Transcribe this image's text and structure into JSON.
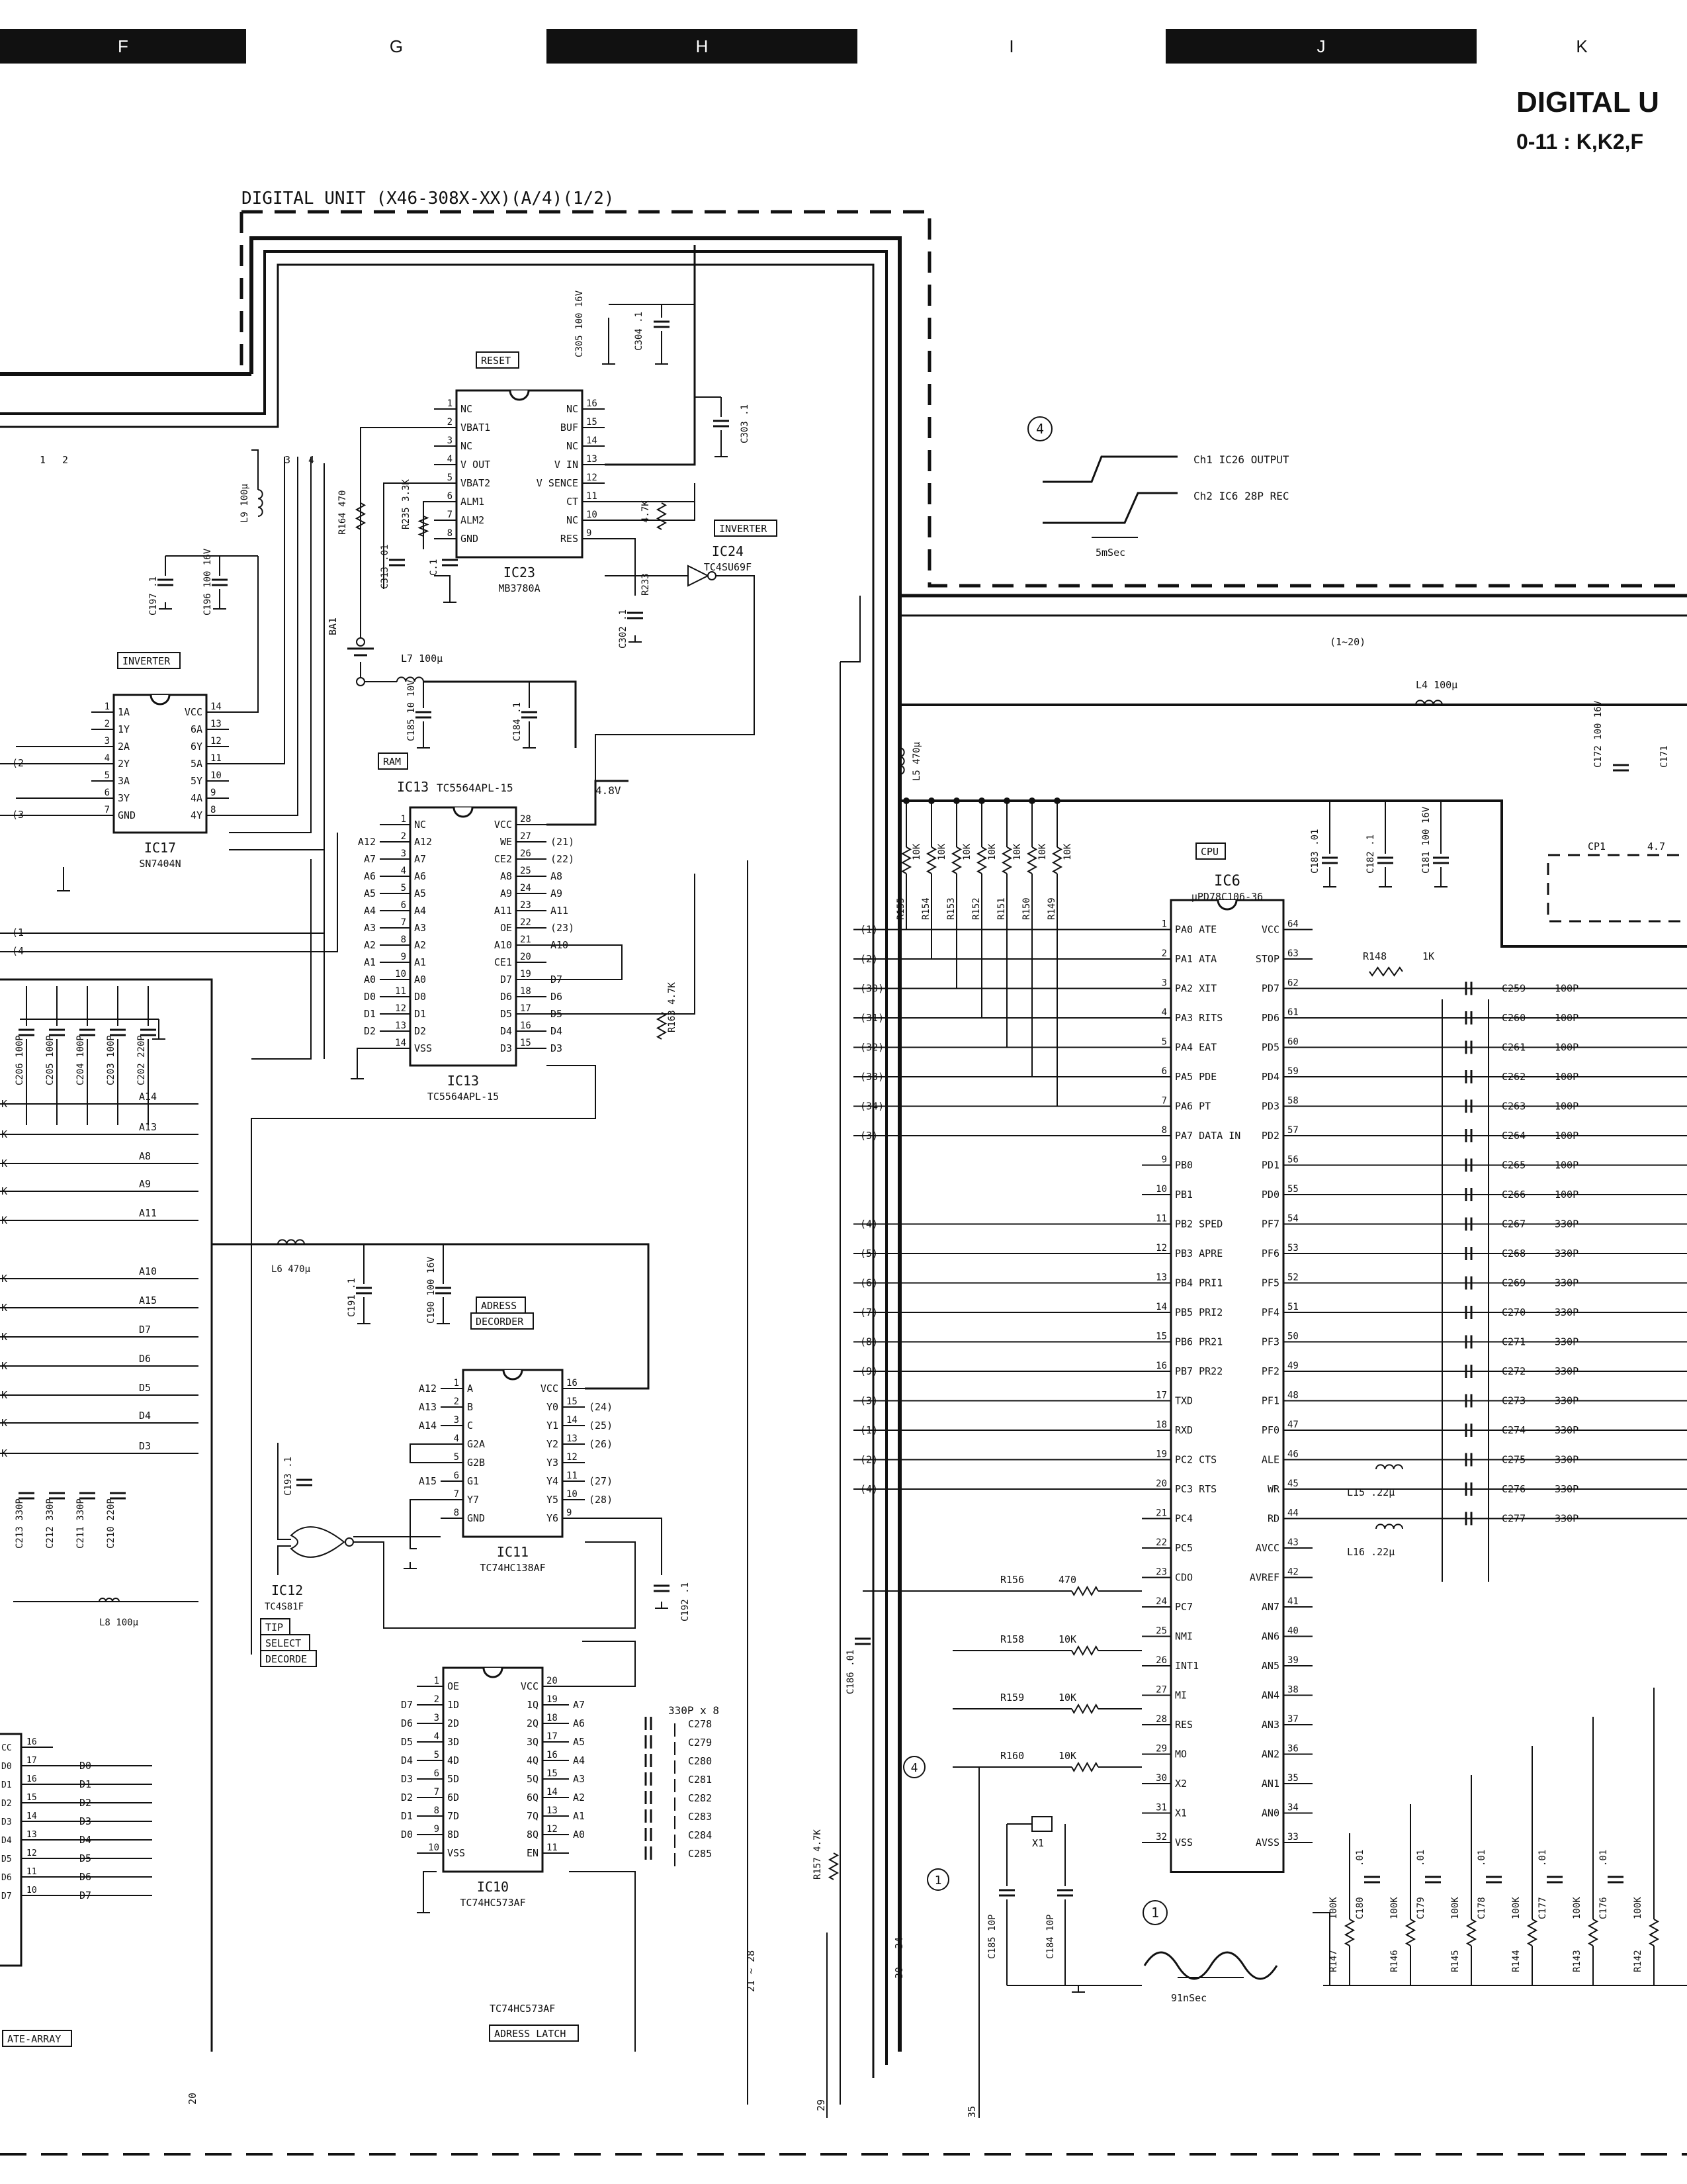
{
  "zones": [
    {
      "label": "F",
      "dark": true
    },
    {
      "label": "G",
      "dark": false
    },
    {
      "label": "H",
      "dark": true
    },
    {
      "label": "I",
      "dark": false
    },
    {
      "label": "J",
      "dark": true
    },
    {
      "label": "K",
      "dark": false
    }
  ],
  "sheet": {
    "title": "DIGITAL U",
    "subtitle": "0-11 : K,K2,F"
  },
  "unit_label": "DIGITAL  UNIT (X46-308X-XX)(A/4)(1/2)",
  "ic17": {
    "ref": "IC17",
    "part": "SN7404N",
    "tag": "INVERTER",
    "left": [
      {
        "p": "1",
        "n": "1A"
      },
      {
        "p": "2",
        "n": "1Y"
      },
      {
        "p": "3",
        "n": "2A"
      },
      {
        "p": "4",
        "n": "2Y"
      },
      {
        "p": "5",
        "n": "3A"
      },
      {
        "p": "6",
        "n": "3Y"
      },
      {
        "p": "7",
        "n": "GND"
      }
    ],
    "right": [
      {
        "p": "14",
        "n": "VCC"
      },
      {
        "p": "13",
        "n": "6A"
      },
      {
        "p": "12",
        "n": "6Y"
      },
      {
        "p": "11",
        "n": "5A"
      },
      {
        "p": "10",
        "n": "5Y"
      },
      {
        "p": "9",
        "n": "4A"
      },
      {
        "p": "8",
        "n": "4Y"
      }
    ]
  },
  "ic23": {
    "ref": "IC23",
    "part": "MB3780A",
    "tag": "RESET",
    "left": [
      {
        "p": "1",
        "n": "NC"
      },
      {
        "p": "2",
        "n": "VBAT1"
      },
      {
        "p": "3",
        "n": "NC"
      },
      {
        "p": "4",
        "n": "V OUT"
      },
      {
        "p": "5",
        "n": "VBAT2"
      },
      {
        "p": "6",
        "n": "ALM1"
      },
      {
        "p": "7",
        "n": "ALM2"
      },
      {
        "p": "8",
        "n": "GND"
      }
    ],
    "right": [
      {
        "p": "16",
        "n": "NC"
      },
      {
        "p": "15",
        "n": "BUF"
      },
      {
        "p": "14",
        "n": "NC"
      },
      {
        "p": "13",
        "n": "V IN"
      },
      {
        "p": "12",
        "n": "V SENCE"
      },
      {
        "p": "11",
        "n": "CT"
      },
      {
        "p": "10",
        "n": "NC"
      },
      {
        "p": "9",
        "n": "RES"
      }
    ]
  },
  "ic24": {
    "ref": "IC24",
    "part": "TC4SU69F",
    "tag": "INVERTER"
  },
  "ic13": {
    "ref": "IC13",
    "part": "TC5564APL-15",
    "tag": "RAM",
    "left": [
      {
        "p": "1",
        "n": "NC"
      },
      {
        "p": "2",
        "n": "A12"
      },
      {
        "p": "3",
        "n": "A7"
      },
      {
        "p": "4",
        "n": "A6"
      },
      {
        "p": "5",
        "n": "A5"
      },
      {
        "p": "6",
        "n": "A4"
      },
      {
        "p": "7",
        "n": "A3"
      },
      {
        "p": "8",
        "n": "A2"
      },
      {
        "p": "9",
        "n": "A1"
      },
      {
        "p": "10",
        "n": "A0"
      },
      {
        "p": "11",
        "n": "D0"
      },
      {
        "p": "12",
        "n": "D1"
      },
      {
        "p": "13",
        "n": "D2"
      },
      {
        "p": "14",
        "n": "VSS"
      }
    ],
    "right": [
      {
        "p": "28",
        "n": "VCC"
      },
      {
        "p": "27",
        "n": "WE"
      },
      {
        "p": "26",
        "n": "CE2"
      },
      {
        "p": "25",
        "n": "A8"
      },
      {
        "p": "24",
        "n": "A9"
      },
      {
        "p": "23",
        "n": "A11"
      },
      {
        "p": "22",
        "n": "OE"
      },
      {
        "p": "21",
        "n": "A10"
      },
      {
        "p": "20",
        "n": "CE1"
      },
      {
        "p": "19",
        "n": "D7"
      },
      {
        "p": "18",
        "n": "D6"
      },
      {
        "p": "17",
        "n": "D5"
      },
      {
        "p": "16",
        "n": "D4"
      },
      {
        "p": "15",
        "n": "D3"
      }
    ],
    "left_nets": [
      "",
      "A12",
      "A7",
      "A6",
      "A5",
      "A4",
      "A3",
      "A2",
      "A1",
      "A0",
      "D0",
      "D1",
      "D2",
      ""
    ],
    "right_nets": [
      "",
      "(21)",
      "(22)",
      "A8",
      "A9",
      "A11",
      "(23)",
      "A10",
      "",
      "D7",
      "D6",
      "D5",
      "D4",
      "D3"
    ]
  },
  "ic11": {
    "ref": "IC11",
    "part": "TC74HC138AF",
    "tag": "ADRESS DECORDER",
    "left": [
      {
        "p": "1",
        "n": "A"
      },
      {
        "p": "2",
        "n": "B"
      },
      {
        "p": "3",
        "n": "C"
      },
      {
        "p": "4",
        "n": "G2A"
      },
      {
        "p": "5",
        "n": "G2B"
      },
      {
        "p": "6",
        "n": "G1"
      },
      {
        "p": "7",
        "n": "Y7"
      },
      {
        "p": "8",
        "n": "GND"
      }
    ],
    "right": [
      {
        "p": "16",
        "n": "VCC"
      },
      {
        "p": "15",
        "n": "Y0"
      },
      {
        "p": "14",
        "n": "Y1"
      },
      {
        "p": "13",
        "n": "Y2"
      },
      {
        "p": "12",
        "n": "Y3"
      },
      {
        "p": "11",
        "n": "Y4"
      },
      {
        "p": "10",
        "n": "Y5"
      },
      {
        "p": "9",
        "n": "Y6"
      }
    ],
    "left_nets": [
      "A12",
      "A13",
      "A14",
      "",
      "",
      "A15",
      "",
      ""
    ],
    "right_nets": [
      "",
      "(24)",
      "(25)",
      "(26)",
      "",
      "(27)",
      "(28)",
      ""
    ]
  },
  "ic12": {
    "ref": "IC12",
    "part": "TC4S81F",
    "tag": "TIP SELECT DECORDE"
  },
  "ic10": {
    "ref": "IC10",
    "part": "TC74HC573AF",
    "tag": "ADRESS LATCH",
    "left": [
      {
        "p": "1",
        "n": "OE"
      },
      {
        "p": "2",
        "n": "1D"
      },
      {
        "p": "3",
        "n": "2D"
      },
      {
        "p": "4",
        "n": "3D"
      },
      {
        "p": "5",
        "n": "4D"
      },
      {
        "p": "6",
        "n": "5D"
      },
      {
        "p": "7",
        "n": "6D"
      },
      {
        "p": "8",
        "n": "7D"
      },
      {
        "p": "9",
        "n": "8D"
      },
      {
        "p": "10",
        "n": "VSS"
      }
    ],
    "right": [
      {
        "p": "20",
        "n": "VCC"
      },
      {
        "p": "19",
        "n": "1Q"
      },
      {
        "p": "18",
        "n": "2Q"
      },
      {
        "p": "17",
        "n": "3Q"
      },
      {
        "p": "16",
        "n": "4Q"
      },
      {
        "p": "15",
        "n": "5Q"
      },
      {
        "p": "14",
        "n": "6Q"
      },
      {
        "p": "13",
        "n": "7Q"
      },
      {
        "p": "12",
        "n": "8Q"
      },
      {
        "p": "11",
        "n": "EN"
      }
    ],
    "left_nets": [
      "",
      "D7",
      "D6",
      "D5",
      "D4",
      "D3",
      "D2",
      "D1",
      "D0",
      ""
    ],
    "right_nets": [
      "",
      "A7",
      "A6",
      "A5",
      "A4",
      "A3",
      "A2",
      "A1",
      "A0",
      ""
    ],
    "caps": [
      "C278",
      "C279",
      "C280",
      "C281",
      "C282",
      "C283",
      "C284",
      "C285"
    ],
    "cap_note": "330P x 8"
  },
  "ic6": {
    "ref": "IC6",
    "part": "µPD78C106-36",
    "tag": "CPU",
    "left": [
      {
        "p": "1",
        "n": "PA0 ATE"
      },
      {
        "p": "2",
        "n": "PA1 ATA"
      },
      {
        "p": "3",
        "n": "PA2 XIT"
      },
      {
        "p": "4",
        "n": "PA3 RITS"
      },
      {
        "p": "5",
        "n": "PA4 EAT"
      },
      {
        "p": "6",
        "n": "PA5 PDE"
      },
      {
        "p": "7",
        "n": "PA6 PT"
      },
      {
        "p": "8",
        "n": "PA7 DATA IN"
      },
      {
        "p": "9",
        "n": "PB0"
      },
      {
        "p": "10",
        "n": "PB1"
      },
      {
        "p": "11",
        "n": "PB2 SPED"
      },
      {
        "p": "12",
        "n": "PB3 APRE"
      },
      {
        "p": "13",
        "n": "PB4 PRI1"
      },
      {
        "p": "14",
        "n": "PB5 PRI2"
      },
      {
        "p": "15",
        "n": "PB6 PR21"
      },
      {
        "p": "16",
        "n": "PB7 PR22"
      },
      {
        "p": "17",
        "n": "TXD"
      },
      {
        "p": "18",
        "n": "RXD"
      },
      {
        "p": "19",
        "n": "PC2 CTS"
      },
      {
        "p": "20",
        "n": "PC3 RTS"
      },
      {
        "p": "21",
        "n": "PC4"
      },
      {
        "p": "22",
        "n": "PC5"
      },
      {
        "p": "23",
        "n": "CDO"
      },
      {
        "p": "24",
        "n": "PC7"
      },
      {
        "p": "25",
        "n": "NMI"
      },
      {
        "p": "26",
        "n": "INT1"
      },
      {
        "p": "27",
        "n": "MI"
      },
      {
        "p": "28",
        "n": "RES"
      },
      {
        "p": "29",
        "n": "MO"
      },
      {
        "p": "30",
        "n": "X2"
      },
      {
        "p": "31",
        "n": "X1"
      },
      {
        "p": "32",
        "n": "VSS"
      }
    ],
    "right": [
      {
        "p": "64",
        "n": "VCC"
      },
      {
        "p": "63",
        "n": "STOP"
      },
      {
        "p": "62",
        "n": "PD7"
      },
      {
        "p": "61",
        "n": "PD6"
      },
      {
        "p": "60",
        "n": "PD5"
      },
      {
        "p": "59",
        "n": "PD4"
      },
      {
        "p": "58",
        "n": "PD3"
      },
      {
        "p": "57",
        "n": "PD2"
      },
      {
        "p": "56",
        "n": "PD1"
      },
      {
        "p": "55",
        "n": "PD0"
      },
      {
        "p": "54",
        "n": "PF7"
      },
      {
        "p": "53",
        "n": "PF6"
      },
      {
        "p": "52",
        "n": "PF5"
      },
      {
        "p": "51",
        "n": "PF4"
      },
      {
        "p": "50",
        "n": "PF3"
      },
      {
        "p": "49",
        "n": "PF2"
      },
      {
        "p": "48",
        "n": "PF1"
      },
      {
        "p": "47",
        "n": "PF0"
      },
      {
        "p": "46",
        "n": "ALE"
      },
      {
        "p": "45",
        "n": "WR"
      },
      {
        "p": "44",
        "n": "RD"
      },
      {
        "p": "43",
        "n": "AVCC"
      },
      {
        "p": "42",
        "n": "AVREF"
      },
      {
        "p": "41",
        "n": "AN7"
      },
      {
        "p": "40",
        "n": "AN6"
      },
      {
        "p": "39",
        "n": "AN5"
      },
      {
        "p": "38",
        "n": "AN4"
      },
      {
        "p": "37",
        "n": "AN3"
      },
      {
        "p": "36",
        "n": "AN2"
      },
      {
        "p": "35",
        "n": "AN1"
      },
      {
        "p": "34",
        "n": "AN0"
      },
      {
        "p": "33",
        "n": "AVSS"
      }
    ],
    "left_nets": [
      "(1)",
      "(2)",
      "(30)",
      "(31)",
      "(32)",
      "(33)",
      "(34)",
      "(3)",
      "",
      "",
      "(4)",
      "(5)",
      "(6)",
      "(7)",
      "(8)",
      "(9)",
      "(3)",
      "(1)",
      "(2)",
      "(4)",
      "",
      "",
      "",
      "",
      "",
      "",
      "",
      "",
      "",
      "",
      "",
      ""
    ],
    "right_caps": [
      {
        "c": "C259",
        "v": "100P"
      },
      {
        "c": "C260",
        "v": "100P"
      },
      {
        "c": "C261",
        "v": "100P"
      },
      {
        "c": "C262",
        "v": "100P"
      },
      {
        "c": "C263",
        "v": "100P"
      },
      {
        "c": "C264",
        "v": "100P"
      },
      {
        "c": "C265",
        "v": "100P"
      },
      {
        "c": "C266",
        "v": "100P"
      },
      {
        "c": "C267",
        "v": "330P"
      },
      {
        "c": "C268",
        "v": "330P"
      },
      {
        "c": "C269",
        "v": "330P"
      },
      {
        "c": "C270",
        "v": "330P"
      },
      {
        "c": "C271",
        "v": "330P"
      },
      {
        "c": "C272",
        "v": "330P"
      },
      {
        "c": "C273",
        "v": "330P"
      },
      {
        "c": "C274",
        "v": "330P"
      },
      {
        "c": "C275",
        "v": "330P"
      },
      {
        "c": "C276",
        "v": "330P"
      },
      {
        "c": "C277",
        "v": "330P"
      }
    ]
  },
  "pullups": [
    "R155",
    "R154",
    "R153",
    "R152",
    "R151",
    "R150",
    "R149"
  ],
  "pullup_value": "10K",
  "cpu_resistors": [
    {
      "r": "R156",
      "v": "470"
    },
    {
      "r": "R158",
      "v": "10K"
    },
    {
      "r": "R159",
      "v": "10K"
    },
    {
      "r": "R160",
      "v": "10K"
    }
  ],
  "an_rc": [
    {
      "r": "R147",
      "rv": "100K",
      "c": "C180",
      "cv": ".01"
    },
    {
      "r": "R146",
      "rv": "100K",
      "c": "C179",
      "cv": ".01"
    },
    {
      "r": "R145",
      "rv": "100K",
      "c": "C178",
      "cv": ".01"
    },
    {
      "r": "R144",
      "rv": "100K",
      "c": "C177",
      "cv": ".01"
    },
    {
      "r": "R143",
      "rv": "100K",
      "c": "C176",
      "cv": ".01"
    },
    {
      "r": "R142",
      "rv": "100K",
      "c": "",
      ".cv": ""
    }
  ],
  "bypass_caps": [
    {
      "c": "C183",
      "v": ".01"
    },
    {
      "c": "C182",
      "v": ".1"
    },
    {
      "c": "C181",
      "v": "100 16V"
    }
  ],
  "components": {
    "c305": "C305 100 16V",
    "c304": "C304 .1",
    "c303": "C303 .1",
    "r164": "R164 470",
    "r235": "R235 3.3K",
    "c313": "C313 .01",
    "c1": "C.1",
    "r233": "R233",
    "r233v": "4.7K",
    "c302": "C302 .1",
    "ba1": "BA1",
    "l7": "L7 100µ",
    "c185": "C185 10 10V",
    "c184": "C184 .1",
    "l9": "L9 100µ",
    "c197": "C197 .1",
    "c196": "C196 100 16V",
    "l6": "L6 470µ",
    "c191": "C191 .1",
    "c190": "C190 100 16V",
    "c193": "C193 .1",
    "c192": "C192 .1",
    "l5": "L5 470µ",
    "l4": "L4 100µ",
    "c172": "C172 100 16V",
    "c171": "C171",
    "l15": "L15 .22µ",
    "l16": "L16 .22µ",
    "r148": "R148",
    "r148v": "1K",
    "r163": "R163 4.7K",
    "r157": "R157 4.7K",
    "c186": "C186 .01",
    "x1": "X1",
    "c185b": "C185 10P",
    "c184b": "C184 10P",
    "l8": "L8 100µ",
    "v48": "4.8V",
    "cp1": "CP1",
    "cp1v": "4.7"
  },
  "gate_array": {
    "label": "ATE-ARRAY",
    "caps": [
      "C206 100P",
      "C205 100P",
      "C204 100P",
      "C203 100P",
      "C202 220P"
    ],
    "lower_caps": [
      "C213 330P",
      "C212 330P",
      "C211 330P",
      "C210 220P"
    ],
    "nets": [
      "A14",
      "A13",
      "A8",
      "A9",
      "A11",
      "A10",
      "A15",
      "D7",
      "D6",
      "D5",
      "D4",
      "D3"
    ],
    "pins": [
      {
        "p": "16",
        "n": "CC"
      },
      {
        "p": "17",
        "n": "D0"
      },
      {
        "p": "16",
        "n": "D1"
      },
      {
        "p": "15",
        "n": "D2"
      },
      {
        "p": "14",
        "n": "D3"
      },
      {
        "p": "13",
        "n": "D4"
      },
      {
        "p": "12",
        "n": "D5"
      },
      {
        "p": "11",
        "n": "D6"
      },
      {
        "p": "10",
        "n": "D7"
      }
    ],
    "pin_nets": [
      "",
      "D0",
      "D1",
      "D2",
      "D3",
      "D4",
      "D5",
      "D6",
      "D7"
    ]
  },
  "waveform4": {
    "marker": "4",
    "ch1": "Ch1 IC26 OUTPUT",
    "ch2": "Ch2 IC6 28P REC",
    "time": "5mSec"
  },
  "waveform1": {
    "marker": "1",
    "time": "91nSec"
  },
  "bus_labels": [
    "(1~20)",
    "20",
    "21 ~ 28",
    "30 ~ 34",
    "29",
    "35"
  ],
  "left_connectors": [
    "(2",
    "(3",
    "(1",
    "(4",
    "1",
    "2",
    "3",
    "4"
  ]
}
